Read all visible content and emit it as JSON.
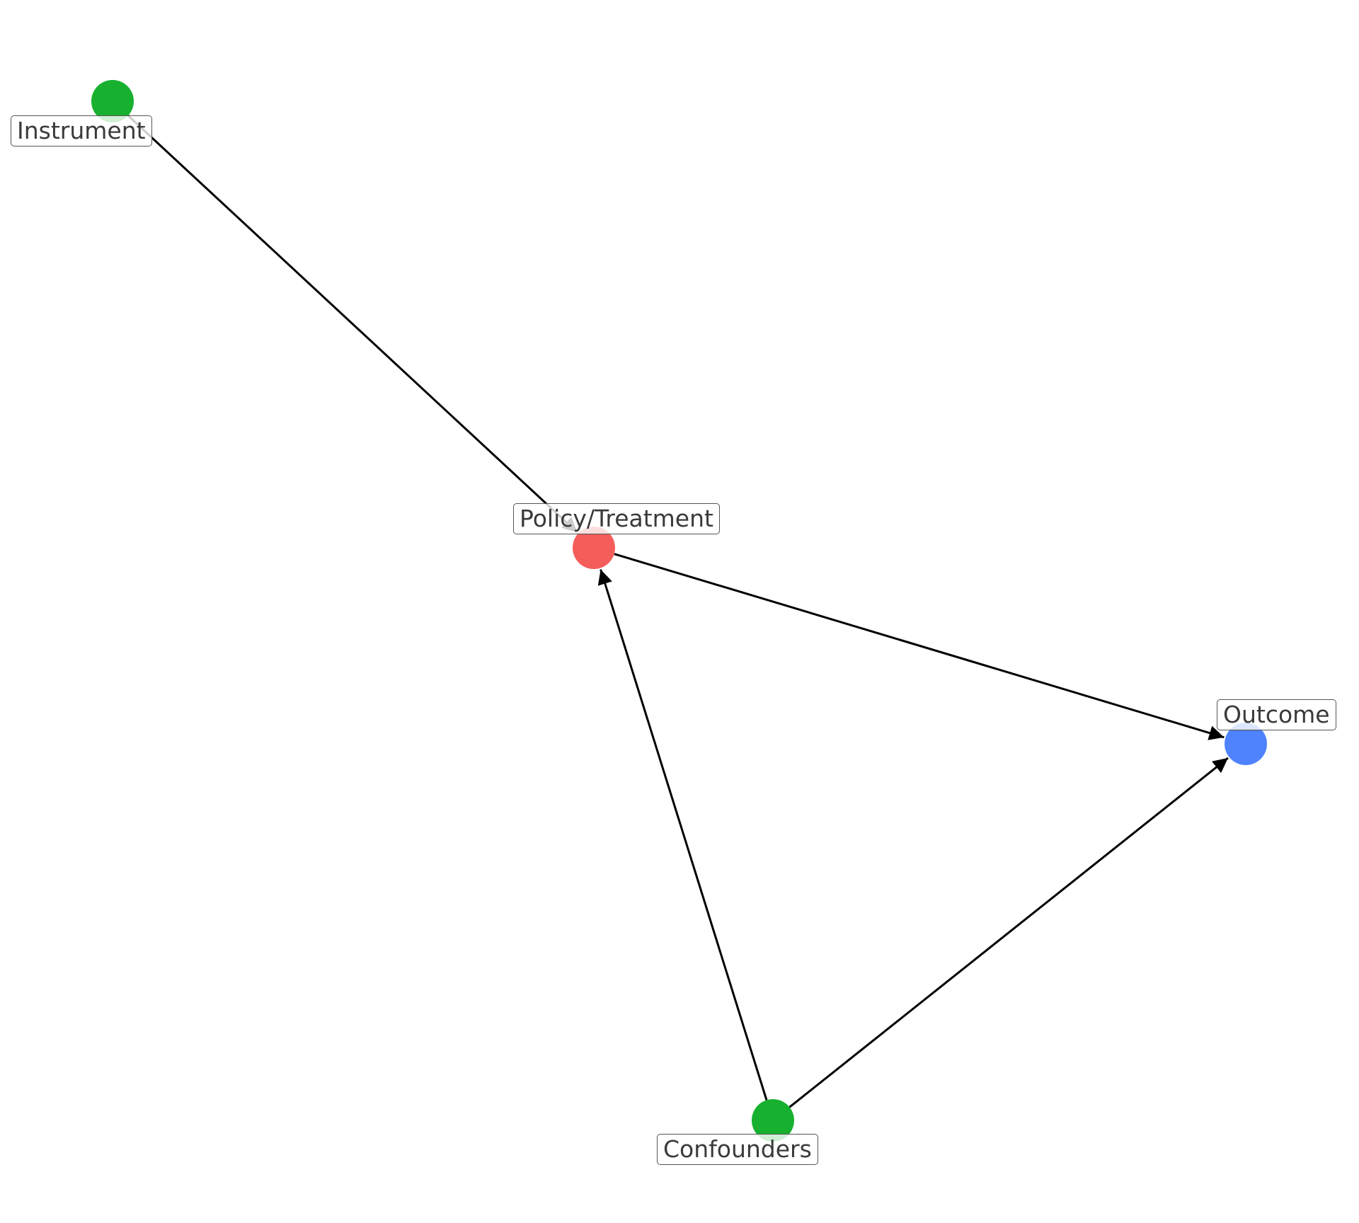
{
  "nodes": [
    {
      "id": "instrument",
      "label": "Instrument",
      "color": "#17b12f"
    },
    {
      "id": "policy",
      "label": "Policy/Treatment",
      "color": "#f45d5a"
    },
    {
      "id": "outcome",
      "label": "Outcome",
      "color": "#4f83fd"
    },
    {
      "id": "confounders",
      "label": "Confounders",
      "color": "#17b12f"
    }
  ],
  "edges": [
    {
      "from": "instrument",
      "to": "policy"
    },
    {
      "from": "policy",
      "to": "outcome"
    },
    {
      "from": "confounders",
      "to": "policy"
    },
    {
      "from": "confounders",
      "to": "outcome"
    }
  ]
}
